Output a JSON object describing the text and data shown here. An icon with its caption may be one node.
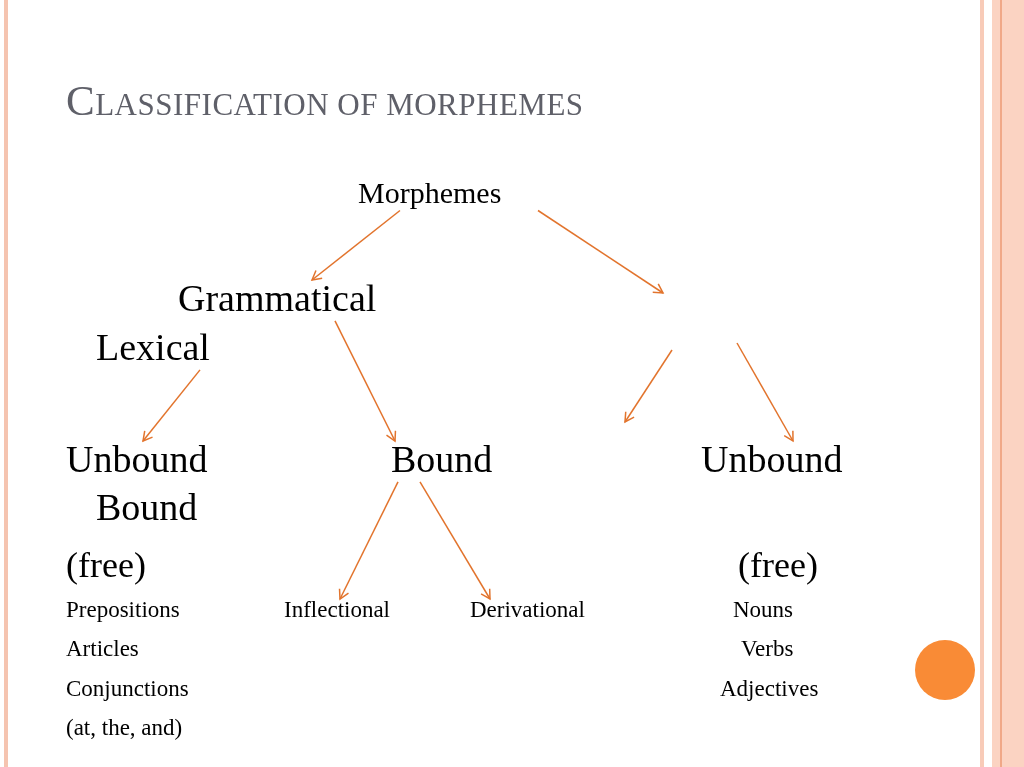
{
  "diagram": {
    "title": "CLASSIFICATION OF MORPHEMES",
    "nodes": [
      {
        "text": [
          "Morphemes"
        ]
      },
      {
        "text": [
          "Grammatical"
        ]
      },
      {
        "text": [
          "Lexical"
        ]
      },
      {
        "text": [
          "Unbound"
        ]
      },
      {
        "text": [
          "Bound"
        ]
      },
      {
        "text": [
          "Unbound"
        ]
      },
      {
        "text": [
          "Bound"
        ]
      },
      {
        "text": [
          "(free)"
        ]
      },
      {
        "text": [
          "(free)"
        ]
      },
      {
        "text": [
          "Inflectional"
        ]
      },
      {
        "text": [
          "Derivational"
        ]
      }
    ],
    "edges": [
      {
        "from": 0,
        "to": 1,
        "arrow": "to"
      },
      {
        "from": 0,
        "to": null,
        "arrow": "to"
      },
      {
        "from": 2,
        "to": 3,
        "arrow": "to"
      },
      {
        "from": 1,
        "to": 4,
        "arrow": "to"
      },
      {
        "from": null,
        "to": 5,
        "arrow": "to"
      },
      {
        "from": 4,
        "to": 9,
        "arrow": "to"
      },
      {
        "from": 4,
        "to": 10,
        "arrow": "to"
      }
    ],
    "labels": [
      "Prepositions",
      "Articles",
      "Conjunctions",
      "(at, the, and)",
      "Nouns",
      "Verbs",
      "Adjectives"
    ]
  }
}
